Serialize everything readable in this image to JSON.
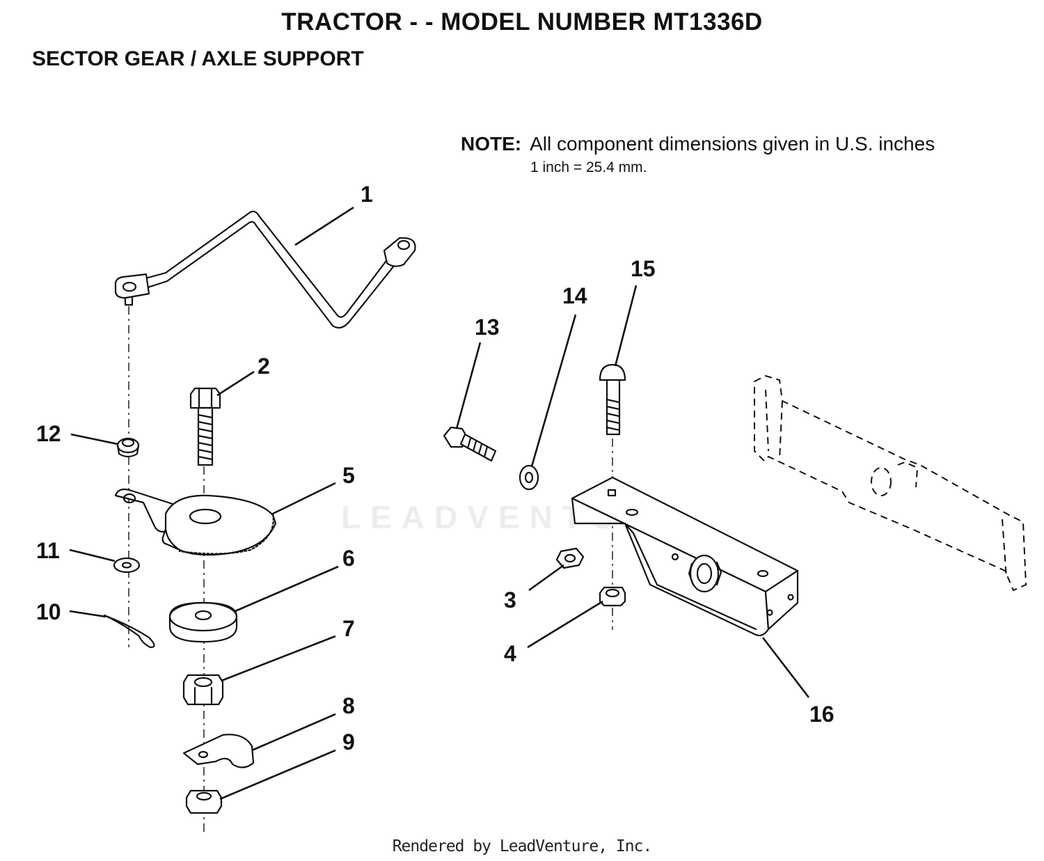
{
  "header": {
    "title": "TRACTOR - - MODEL NUMBER MT1336D",
    "subtitle": "SECTOR GEAR / AXLE SUPPORT"
  },
  "note": {
    "label": "NOTE:",
    "text": "All component dimensions given in U.S. inches",
    "conversion": "1 inch = 25.4 mm."
  },
  "callouts": [
    "1",
    "2",
    "3",
    "4",
    "5",
    "6",
    "7",
    "8",
    "9",
    "10",
    "11",
    "12",
    "13",
    "14",
    "15",
    "16"
  ],
  "watermark": "LEADVENTURE",
  "footer": "Rendered by LeadVenture, Inc."
}
